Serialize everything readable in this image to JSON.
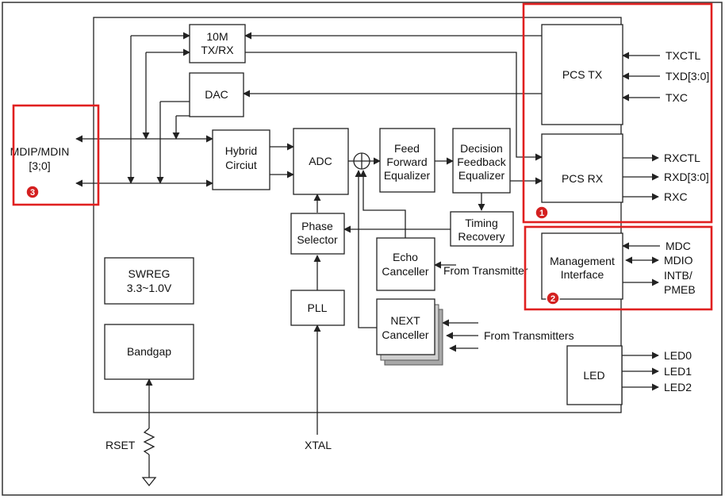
{
  "blocks": {
    "tenm": [
      "10M",
      "TX/RX"
    ],
    "dac": [
      "DAC"
    ],
    "hybrid": [
      "Hybrid",
      "Circiut"
    ],
    "adc": [
      "ADC"
    ],
    "ffe": [
      "Feed",
      "Forward",
      "Equalizer"
    ],
    "dfe": [
      "Decision",
      "Feedback",
      "Equalizer"
    ],
    "timing": [
      "Timing",
      "Recovery"
    ],
    "phase": [
      "Phase",
      "Selector"
    ],
    "pll": [
      "PLL"
    ],
    "echo": [
      "Echo",
      "Canceller"
    ],
    "next": [
      "NEXT",
      "Canceller"
    ],
    "swreg": [
      "SWREG",
      "3.3~1.0V"
    ],
    "bandgap": [
      "Bandgap"
    ],
    "pcs_tx": [
      "PCS TX"
    ],
    "pcs_rx": [
      "PCS RX"
    ],
    "mgmt": [
      "Management",
      "Interface"
    ],
    "led": [
      "LED"
    ]
  },
  "labels": {
    "mdip": [
      "MDIP/MDIN",
      "[3;0]"
    ],
    "txctl": "TXCTL",
    "txd": "TXD[3:0]",
    "txc": "TXC",
    "rxctl": "RXCTL",
    "rxd": "RXD[3:0]",
    "rxc": "RXC",
    "mdc": "MDC",
    "mdio": "MDIO",
    "intb": [
      "INTB/",
      "PMEB"
    ],
    "led0": "LED0",
    "led1": "LED1",
    "led2": "LED2",
    "from_transmitter": "From Transmitter",
    "from_transmitters": "From Transmitters",
    "rset": "RSET",
    "xtal": "XTAL"
  },
  "callouts": [
    "1",
    "2",
    "3"
  ],
  "colors": {
    "highlight": "#e02020",
    "badge": "#d42020",
    "line": "#222222"
  }
}
